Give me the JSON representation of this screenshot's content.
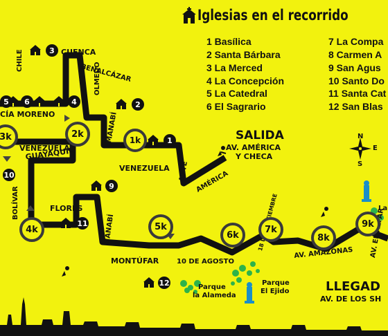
{
  "legend": {
    "title": "Iglesias en el recorrido",
    "churches": [
      "1 Basílica",
      "2 Santa Bárbara",
      "3 La Merced",
      "4 La Concepción",
      "5 La Catedral",
      "6 El Sagrario",
      "7 La Compa",
      "8 Carmen A",
      "9 San Agus",
      "10 Santo Do",
      "11 Santa Cat",
      "12 San Blas"
    ]
  },
  "streets": {
    "cuenca": "CUENCA",
    "chile": "CHILE",
    "benalcazar": "BENALCÁZAR",
    "olmedo": "OLMEDO",
    "garcia_moreno": "CÍA MORENO",
    "manabi_top": "MANABÍ",
    "venezuela_right": "VENEZUELA",
    "venezuela_left": "VENEZUELA",
    "ante": "ANTE",
    "america": "AMÉRICA",
    "guayaquil": "GUAYAQUIL",
    "bolivar": "BOLÍVAR",
    "flores": "FLORES",
    "manabi_bottom": "MANABÍ",
    "montufar": "MONTÚFAR",
    "diez_agosto": "10 DE AGOSTO",
    "dieciocho_sep": "18 DE SEPTIEMBRE",
    "amazonas": "AV. AMAZONAS",
    "av_el_alfaro": "AV. EL ALFAR"
  },
  "start": {
    "title": "SALIDA",
    "line1": "AV. AMÉRICA",
    "line2": "Y CHECA"
  },
  "finish": {
    "title": "LLEGAD",
    "line1": "AV. DE LOS SH"
  },
  "parks": {
    "alameda": [
      "Parque",
      "la Alameda"
    ],
    "ejido": [
      "Parque",
      "El Ejido"
    ],
    "right": "La"
  },
  "km_markers": [
    "1k",
    "2k",
    "3k",
    "4k",
    "5k",
    "6k",
    "7k",
    "8k",
    "9k"
  ],
  "church_numbers": [
    "1",
    "2",
    "3",
    "4",
    "5",
    "6",
    "9",
    "10",
    "11",
    "12"
  ],
  "compass": {
    "north": "N",
    "south": "S",
    "east": "E"
  },
  "colors": {
    "background": "#f2f20e",
    "route": "#111111",
    "marker_ring": "#3a3a3a",
    "park_green": "#2db34a",
    "water_blue": "#1a8fc9"
  },
  "icons": [
    "church-icon",
    "runner-icon",
    "compass-rose-icon",
    "tree-icon",
    "fountain-icon",
    "city-skyline"
  ]
}
